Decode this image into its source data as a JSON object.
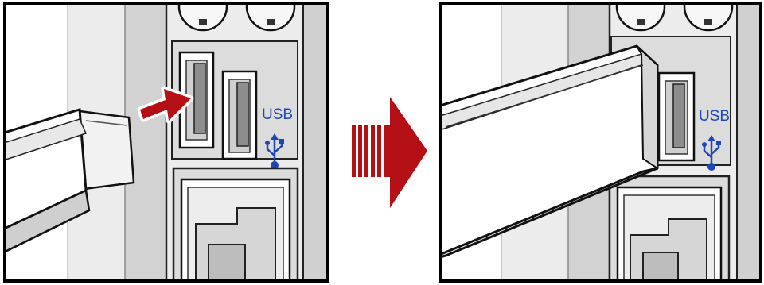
{
  "panels": {
    "before": {
      "port_label": "USB",
      "icon": "usb-trident-icon",
      "cue_arrow": "red-insert-arrow"
    },
    "after": {
      "port_label": "USB",
      "icon": "usb-trident-icon"
    }
  },
  "transition": {
    "icon": "red-striped-arrow-icon"
  },
  "colors": {
    "usb_label": "#1e46b4",
    "arrow_red": "#b40f14",
    "outline": "#111111",
    "panel_gray": "#cfcfcf",
    "light_gray": "#ececec"
  }
}
